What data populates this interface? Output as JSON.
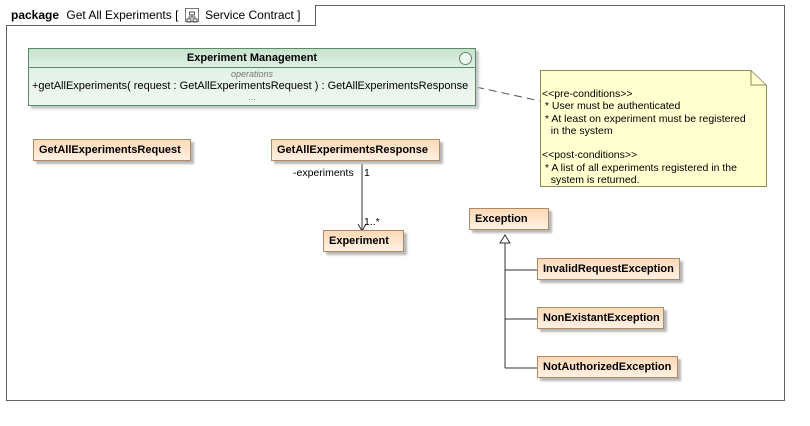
{
  "package": {
    "keyword": "package",
    "name": "Get All Experiments",
    "bracket_open": "[",
    "diagram_name": "Service Contract",
    "bracket_close": "]"
  },
  "interface": {
    "name": "Experiment Management",
    "compartment": "operations",
    "operation": "+getAllExperiments( request : GetAllExperimentsRequest ) : GetAllExperimentsResponse",
    "ellipsis": "..."
  },
  "classes": {
    "request": "GetAllExperimentsRequest",
    "response": "GetAllExperimentsResponse",
    "experiment": "Experiment",
    "exception": "Exception",
    "invalid_request": "InvalidRequestException",
    "non_existant": "NonExistantException",
    "not_authorized": "NotAuthorizedException"
  },
  "association": {
    "role": "-experiments",
    "source_multiplicity": "1",
    "target_multiplicity": "1..*"
  },
  "note": {
    "text": "<<pre-conditions>>\n * User must be authenticated\n * At least on experiment must be registered\n   in the system\n\n<<post-conditions>>\n * A list of all experiments registered in the\n   system is returned."
  },
  "colors": {
    "class_fill": "#fbd9b6",
    "interface_fill": "#dcefe2",
    "note_fill": "#ffffd0"
  }
}
